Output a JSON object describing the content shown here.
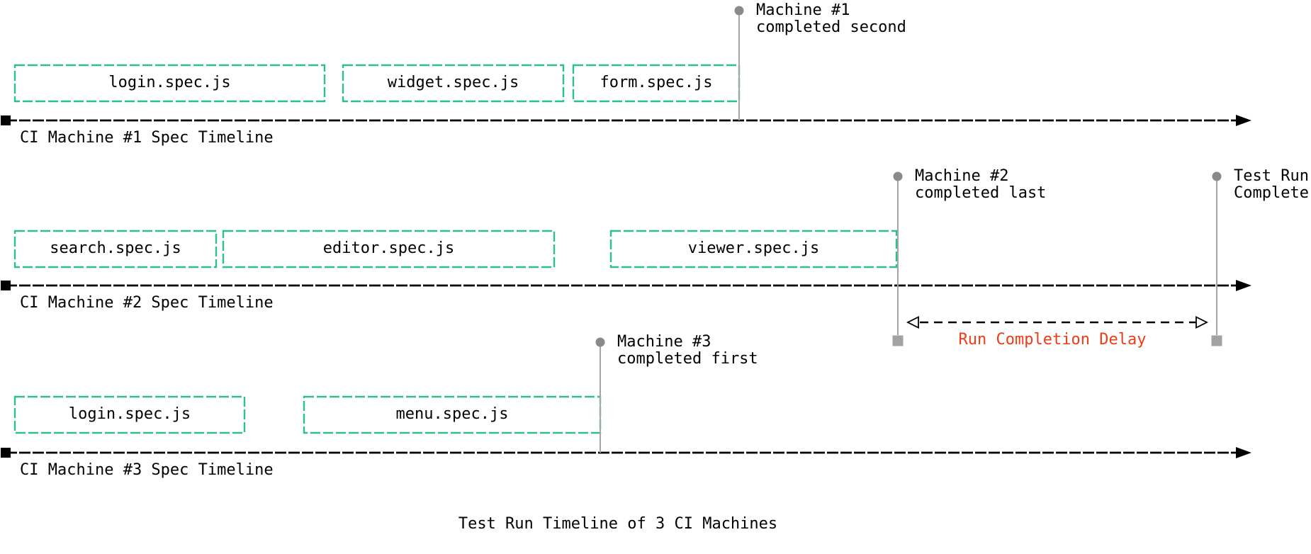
{
  "title": "Test Run Timeline of 3 CI Machines",
  "colors": {
    "spec_box_border": "#2cc08a",
    "delay_label": "#ef3b17",
    "marker_gray": "#8a8a8a",
    "marker_line_gray": "#a6a6a6",
    "axis": "#000000",
    "background": "#ffffff"
  },
  "timelines": [
    {
      "label": "CI Machine #1 Spec Timeline",
      "specs": [
        {
          "label": "login.spec.js"
        },
        {
          "label": "widget.spec.js"
        },
        {
          "label": "form.spec.js"
        }
      ],
      "annotation": {
        "line1": "Machine #1",
        "line2": "completed second"
      }
    },
    {
      "label": "CI Machine #2 Spec Timeline",
      "specs": [
        {
          "label": "search.spec.js"
        },
        {
          "label": "editor.spec.js"
        },
        {
          "label": "viewer.spec.js"
        }
      ],
      "annotation": {
        "line1": "Machine #2",
        "line2": "completed last"
      }
    },
    {
      "label": "CI Machine #3 Spec Timeline",
      "specs": [
        {
          "label": "login.spec.js"
        },
        {
          "label": "menu.spec.js"
        }
      ],
      "annotation": {
        "line1": "Machine #3",
        "line2": "completed first"
      }
    }
  ],
  "run_complete": {
    "line1": "Test Run",
    "line2": "Complete"
  },
  "delay": {
    "label": "Run Completion Delay"
  }
}
